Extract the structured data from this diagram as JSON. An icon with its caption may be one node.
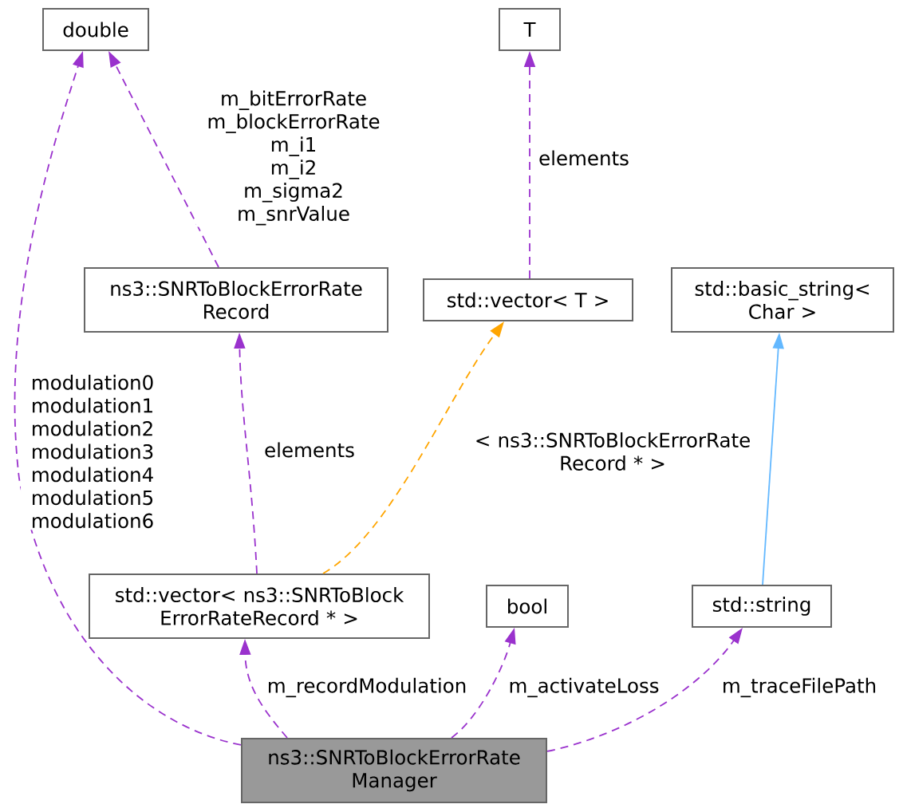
{
  "diagram": {
    "nodes": [
      {
        "text": [
          "double"
        ]
      },
      {
        "text": [
          "T"
        ]
      },
      {
        "text": [
          "ns3::SNRToBlockErrorRate Record"
        ]
      },
      {
        "text": [
          "std::vector< T >"
        ]
      },
      {
        "text": [
          "std::basic_string< Char >"
        ]
      },
      {
        "text": [
          "std::vector< ns3::SNRToBlock ErrorRateRecord * >"
        ]
      },
      {
        "text": [
          "bool"
        ]
      },
      {
        "text": [
          "std::string"
        ]
      },
      {
        "text": [
          "ns3::SNRToBlockErrorRate Manager"
        ]
      }
    ],
    "edges": [
      {
        "from": 8,
        "to": 0,
        "arrow": "to",
        "label": "modulation0 modulation1 modulation2 modulation3 modulation4 modulation5 modulation6",
        "style": "dashed"
      },
      {
        "from": 2,
        "to": 0,
        "arrow": "to",
        "label": "m_bitErrorRate m_blockErrorRate m_i1 m_i2 m_sigma2 m_snrValue",
        "style": "dashed"
      },
      {
        "from": 3,
        "to": 1,
        "arrow": "to",
        "label": "elements",
        "style": "dashed"
      },
      {
        "from": 5,
        "to": 2,
        "arrow": "to",
        "label": "elements",
        "style": "dashed"
      },
      {
        "from": 5,
        "to": 3,
        "arrow": "to",
        "label": "< ns3::SNRToBlockErrorRate Record * >",
        "style": "dashed",
        "color": "#ffa500"
      },
      {
        "from": 7,
        "to": 4,
        "arrow": "to",
        "color": "#63b8ff"
      },
      {
        "from": 8,
        "to": 5,
        "arrow": "to",
        "label": "m_recordModulation",
        "style": "dashed"
      },
      {
        "from": 8,
        "to": 6,
        "arrow": "to",
        "label": "m_activateLoss",
        "style": "dashed"
      },
      {
        "from": 8,
        "to": 7,
        "arrow": "to",
        "label": "m_traceFilePath",
        "style": "dashed"
      }
    ]
  }
}
